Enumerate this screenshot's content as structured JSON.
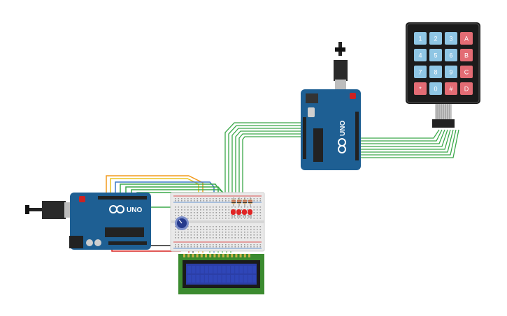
{
  "keypad": {
    "keys": [
      [
        "1",
        "2",
        "3",
        "A"
      ],
      [
        "4",
        "5",
        "6",
        "B"
      ],
      [
        "7",
        "8",
        "9",
        "C"
      ],
      [
        "*",
        "0",
        "#",
        "D"
      ]
    ]
  },
  "arduino": {
    "brand": "UNO"
  },
  "colors": {
    "board": "#1e5f93",
    "board_dark": "#154a75",
    "chip": "#222222",
    "keypad_body": "#1b1b1b",
    "key_number": "#8fc6e4",
    "key_letter": "#e36c74",
    "lcd_frame": "#3b8b2f",
    "lcd_screen": "#2b3ea6",
    "wire_green": "#3aa849",
    "wire_orange": "#f29a1c",
    "wire_yellow": "#e8c320",
    "wire_blue": "#3a78c8",
    "wire_red": "#d5201f",
    "wire_black": "#222222",
    "breadboard": "#e9e9e9"
  }
}
